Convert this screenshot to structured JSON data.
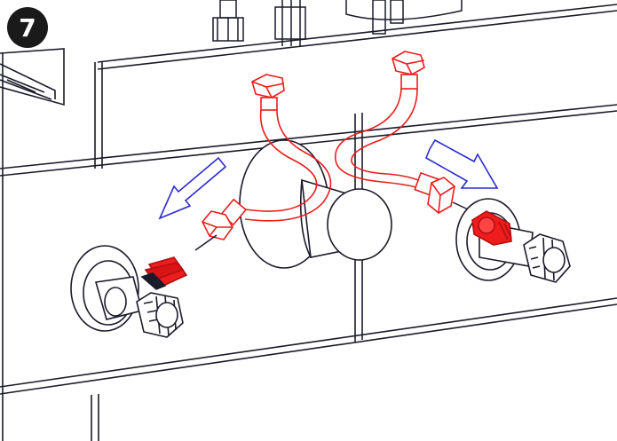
{
  "step": {
    "number": "7"
  },
  "colors": {
    "outline": "#1a1a2a",
    "hose": "#ee1c1c",
    "arrow": "#2a2ad6",
    "background": "#ffffff",
    "badge": "#1a1a1a"
  },
  "parts": [
    "step-number-badge",
    "wall-tiles",
    "shelf-bracket",
    "top-fittings",
    "wall-outlet-pipe",
    "left-hose",
    "right-hose",
    "left-angle-valve",
    "right-angle-valve",
    "left-arrow-icon",
    "right-arrow-icon"
  ]
}
